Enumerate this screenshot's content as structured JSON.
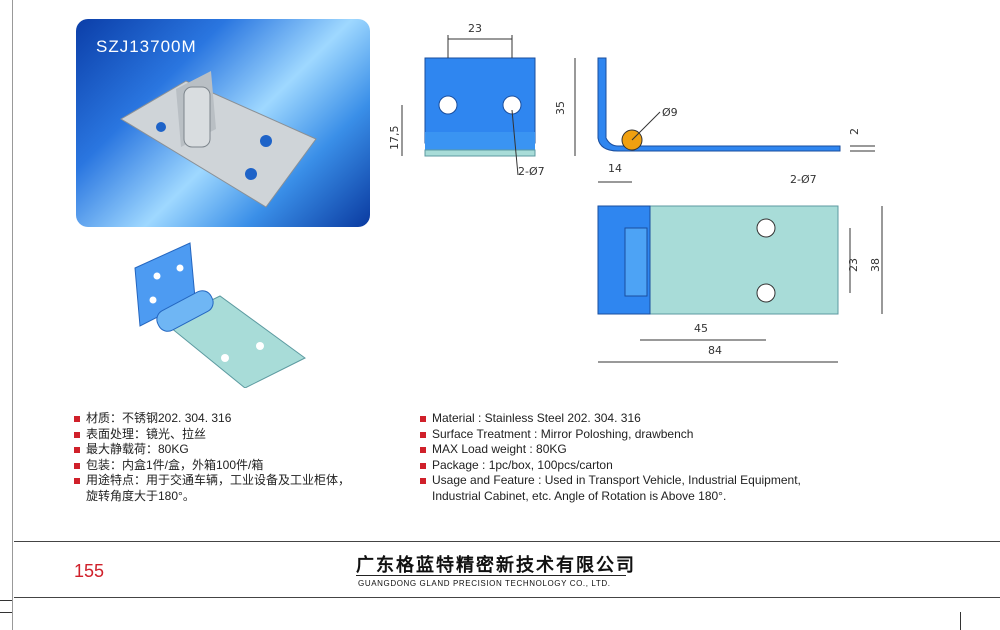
{
  "product": {
    "model": "SZJ13700M"
  },
  "drawing": {
    "top_view": {
      "width": "23",
      "height": "35",
      "hole_height": "17,5",
      "holes": "2-Ø7"
    },
    "side_view": {
      "pin_dia": "Ø9",
      "thickness": "2",
      "offset": "14"
    },
    "front_view": {
      "holes": "2-Ø7",
      "hole_spacing": "23",
      "height": "38",
      "hole_pos": "45",
      "length": "84"
    }
  },
  "specs_cn": [
    "材质：不锈钢202. 304. 316",
    "表面处理：镜光、拉丝",
    "最大静载荷：80KG",
    "包装：内盒1件/盒，外箱100件/箱",
    "用途特点：用于交通车辆，工业设备及工业柜体，",
    "旋转角度大于180°。"
  ],
  "specs_en": [
    "Material : Stainless Steel 202. 304. 316",
    "Surface Treatment : Mirror Poloshing, drawbench",
    "MAX Load weight : 80KG",
    "Package : 1pc/box,  100pcs/carton",
    "Usage and Feature : Used in Transport Vehicle, Industrial Equipment,",
    "Industrial Cabinet, etc. Angle of Rotation is Above 180°."
  ],
  "footer": {
    "page_number": "155",
    "company_cn": "广东格蓝特精密新技术有限公司",
    "company_en": "GUANGDONG GLAND PRECISION TECHNOLOGY CO., LTD."
  },
  "colors": {
    "accent": "#d0202a",
    "part_blue": "#2f86f0",
    "part_face": "#a8dcd8"
  }
}
